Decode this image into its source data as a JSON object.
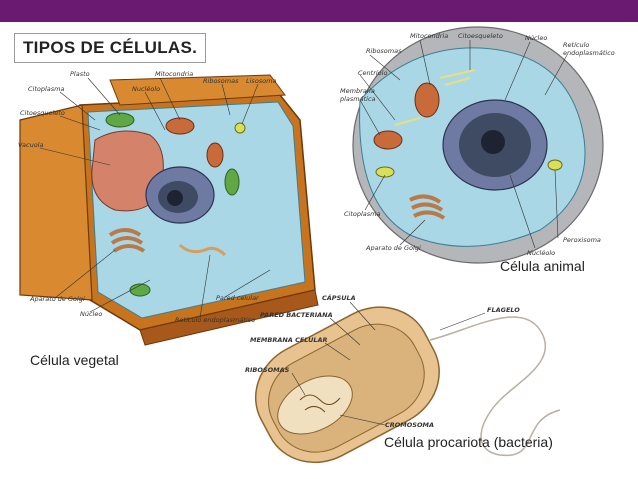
{
  "title": "TIPOS DE CÉLULAS.",
  "colors": {
    "topbar": "#6b1a72",
    "cytoplasm": "#a9d7e6",
    "nucleus": "#3f4a63",
    "wall": "#c8741e",
    "bacteria": "#d9b27c"
  },
  "plant": {
    "caption": "Célula vegetal",
    "labels": {
      "plasto": "Plasto",
      "mitocondria": "Mitocondria",
      "citoplasma": "Citoplasma",
      "nucleolo": "Nucléolo",
      "ribosomas": "Ribosomas",
      "lisosoma": "Lisosoma",
      "citoesqueleto": "Citoesqueleto",
      "vacuola": "Vacuola",
      "golgi": "Aparato de Golgi",
      "pared": "Pared celular",
      "nucleo": "Núcleo",
      "reticulo": "Retículo endoplasmático"
    }
  },
  "animal": {
    "caption": "Célula animal",
    "labels": {
      "mitocondria": "Mitocondria",
      "citoesqueleto": "Citoesqueleto",
      "nucleo": "Núcleo",
      "reticulo1": "Retículo",
      "reticulo2": "endoplasmático",
      "ribosomas": "Ribosomas",
      "centriolo": "Centríolo",
      "membrana1": "Membrana",
      "membrana2": "plasmática",
      "citoplasma": "Citoplasma",
      "golgi": "Aparato de Golgi",
      "nucleolo": "Nucléolo",
      "peroxisoma": "Peroxisoma"
    }
  },
  "bacteria": {
    "caption": "Célula procariota (bacteria)",
    "labels": {
      "capsula": "CÁPSULA",
      "pared": "PARED BACTERIANA",
      "flagelo": "FLAGELO",
      "membrana": "MEMBRANA CELULAR",
      "ribosomas": "RIBOSOMAS",
      "cromosoma": "CROMOSOMA"
    }
  }
}
